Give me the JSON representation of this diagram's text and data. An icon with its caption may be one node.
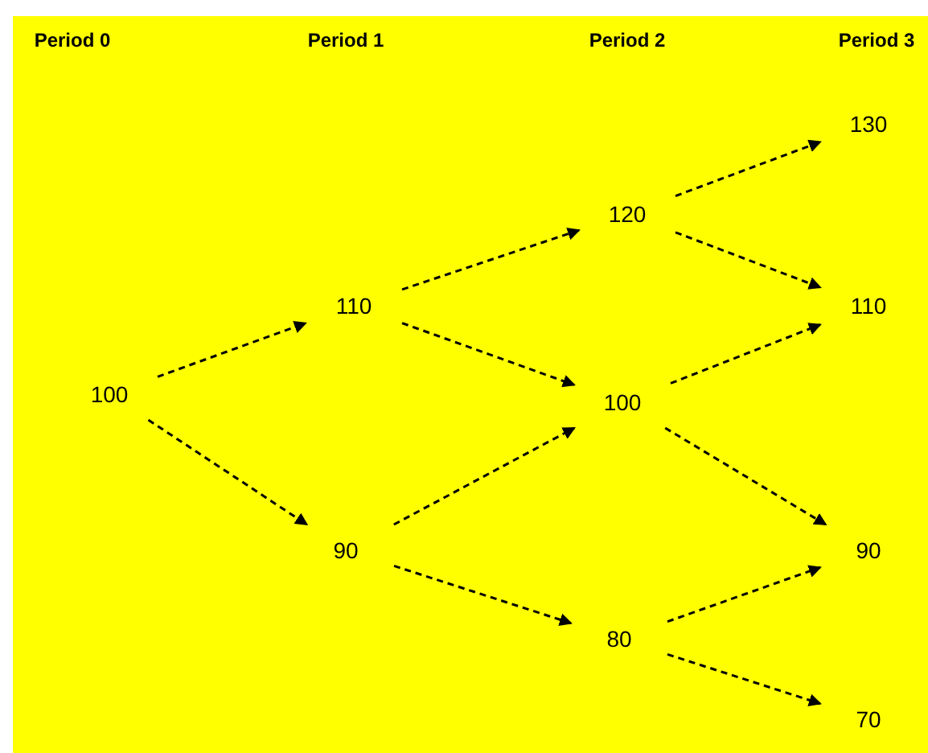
{
  "diagram": {
    "nodes": [
      {
        "text": [
          "100"
        ]
      },
      {
        "text": [
          "110"
        ]
      },
      {
        "text": [
          "90"
        ]
      },
      {
        "text": [
          "120"
        ]
      },
      {
        "text": [
          "100"
        ]
      },
      {
        "text": [
          "80"
        ]
      },
      {
        "text": [
          "130"
        ]
      },
      {
        "text": [
          "110"
        ]
      },
      {
        "text": [
          "90"
        ]
      },
      {
        "text": [
          "70"
        ]
      }
    ],
    "edges": [
      {
        "from": 0,
        "to": 1,
        "arrow": "to",
        "style": "dashed"
      },
      {
        "from": 0,
        "to": 2,
        "arrow": "to",
        "style": "dashed"
      },
      {
        "from": 1,
        "to": 3,
        "arrow": "to",
        "style": "dashed"
      },
      {
        "from": 1,
        "to": 4,
        "arrow": "to",
        "style": "dashed"
      },
      {
        "from": 2,
        "to": 4,
        "arrow": "to",
        "style": "dashed"
      },
      {
        "from": 2,
        "to": 5,
        "arrow": "to",
        "style": "dashed"
      },
      {
        "from": 3,
        "to": 6,
        "arrow": "to",
        "style": "dashed"
      },
      {
        "from": 3,
        "to": 7,
        "arrow": "to",
        "style": "dashed"
      },
      {
        "from": 4,
        "to": 7,
        "arrow": "to",
        "style": "dashed"
      },
      {
        "from": 4,
        "to": 8,
        "arrow": "to",
        "style": "dashed"
      },
      {
        "from": 5,
        "to": 8,
        "arrow": "to",
        "style": "dashed"
      },
      {
        "from": 5,
        "to": 9,
        "arrow": "to",
        "style": "dashed"
      }
    ],
    "labels": [
      "Period 0",
      "Period 1",
      "Period 2",
      "Period 3"
    ]
  }
}
